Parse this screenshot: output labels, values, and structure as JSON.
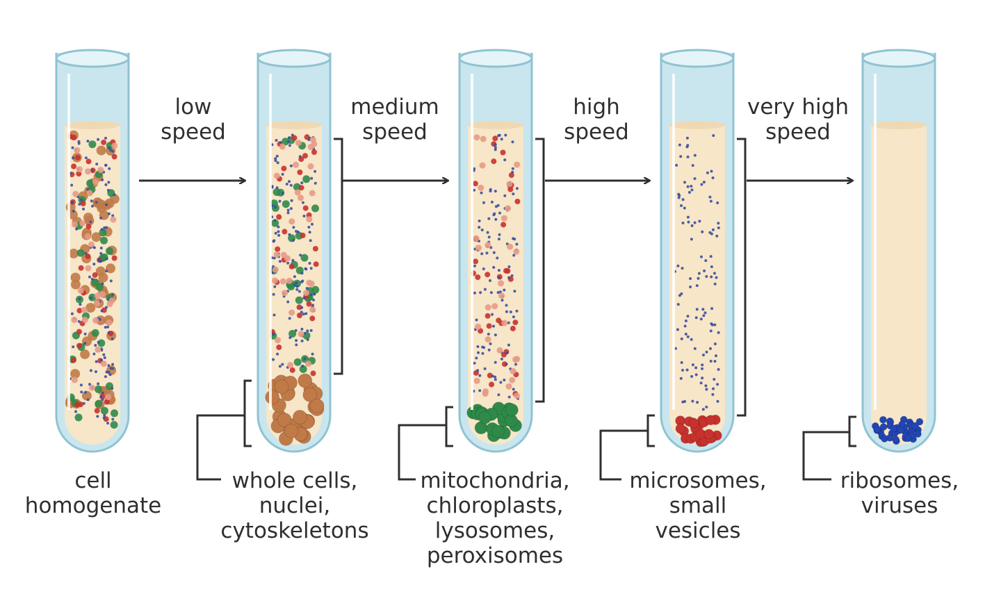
{
  "colors": {
    "liquid": "#f7e6c8",
    "whole_cells": "#c07a48",
    "organelles": "#2f8a4a",
    "microsomes": "#c8322e",
    "ribosomes": "#2246b4",
    "small_particles": "#3a4fa0",
    "tube_glass": "#c9e6ee",
    "text": "#2f2f2f"
  },
  "steps": [
    {
      "line1": "low",
      "line2": "speed"
    },
    {
      "line1": "medium",
      "line2": "speed"
    },
    {
      "line1": "high",
      "line2": "speed"
    },
    {
      "line1": "very high",
      "line2": "speed"
    }
  ],
  "tubes": [
    {
      "label_lines": [
        "cell",
        "homogenate"
      ]
    },
    {
      "label_lines": [
        "whole cells,",
        "nuclei,",
        "cytoskeletons"
      ]
    },
    {
      "label_lines": [
        "mitochondria,",
        "chloroplasts,",
        "lysosomes,",
        "peroxisomes"
      ]
    },
    {
      "label_lines": [
        "microsomes,",
        "small",
        "vesicles"
      ]
    },
    {
      "label_lines": [
        "ribosomes,",
        "viruses"
      ]
    }
  ]
}
